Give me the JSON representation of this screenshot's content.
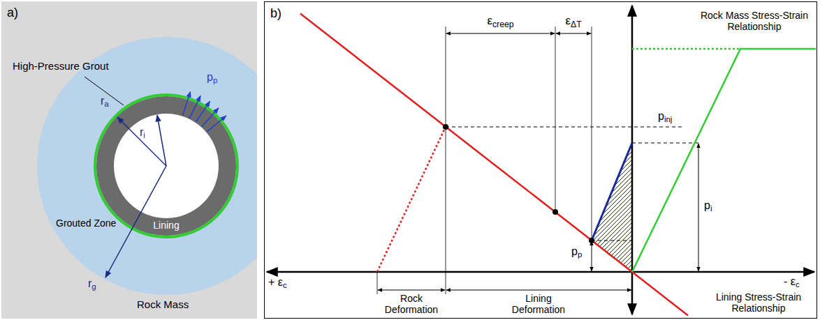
{
  "diagram": {
    "nodes": [
      {
        "text": [
          "a)"
        ]
      },
      {
        "text": [
          "b)"
        ]
      }
    ],
    "labels": [
      "High-Pressure Grout",
      "Lining",
      "Grouted Zone",
      "Rock Mass",
      "ri",
      "ra",
      "rg",
      "pp",
      "εcreep",
      "εΔT",
      "Rock Mass Stress-Strain Relationship",
      "pinj",
      "pi",
      "pp",
      "+ εc",
      "- εc",
      "Rock Deformation",
      "Lining Deformation",
      "Lining Stress-Strain Relationship"
    ]
  }
}
